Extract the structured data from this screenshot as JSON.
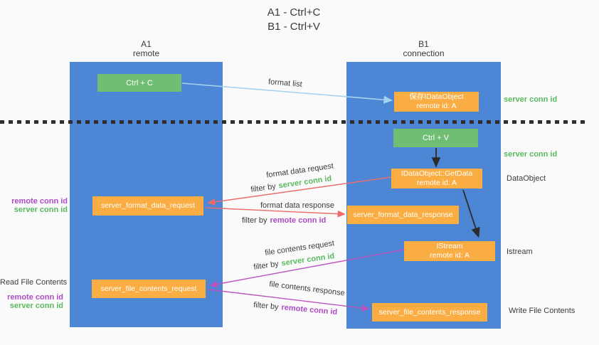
{
  "title": {
    "line1": "A1 - Ctrl+C",
    "line2": "B1 - Ctrl+V"
  },
  "columns": {
    "a": {
      "name": "A1",
      "subtitle": "remote"
    },
    "b": {
      "name": "B1",
      "subtitle": "connection"
    }
  },
  "boxes": {
    "ctrl_c": {
      "label": "Ctrl + C"
    },
    "save_idataobject": {
      "line1": "保存IDataObject",
      "line2": "remote id: A"
    },
    "ctrl_v": {
      "label": "Ctrl + V"
    },
    "getdata": {
      "line1": "IDataObject::GetData",
      "line2": "remote id: A"
    },
    "format_request": {
      "label": "server_format_data_request"
    },
    "format_response": {
      "label": "server_format_data_response"
    },
    "istream": {
      "line1": "IStream",
      "line2": "remote id: A"
    },
    "file_request": {
      "label": "server_file_contents_request"
    },
    "file_response": {
      "label": "server_file_contents_response"
    }
  },
  "arrow_labels": {
    "format_list": "format list",
    "format_data_request": "format data request",
    "format_data_request_filter": {
      "prefix": "filter by",
      "key": "server conn id"
    },
    "format_data_response": "format data response",
    "format_data_response_filter": {
      "prefix": "filter by",
      "key": "remote conn id"
    },
    "file_contents_request": "file contents request",
    "file_contents_request_filter": {
      "prefix": "filter by",
      "key": "server conn id"
    },
    "file_contents_response": "file contents response",
    "file_contents_response_filter": {
      "prefix": "filter by",
      "key": "remote conn id"
    }
  },
  "side_labels": {
    "left_mid": {
      "remote": "remote conn id",
      "server": "server conn id"
    },
    "left_bottom": {
      "title": "Read File Contents",
      "remote": "remote conn id",
      "server": "server conn id"
    },
    "right": {
      "server_conn_top": "server conn id",
      "server_conn_mid": "server conn id",
      "dataobject": "DataObject",
      "istream": "Istream",
      "write_file": "Write File Contents"
    }
  },
  "colors": {
    "background": "#fafafa",
    "column_blue": "#4e86d6",
    "box_green": "#6fbe73",
    "box_orange": "#f9ad42",
    "arrow_light_blue": "#a5d2ee",
    "arrow_red": "#ed6b6b",
    "arrow_magenta": "#bd53be",
    "arrow_black": "#2b2b2b",
    "text_green": "#58ba5e",
    "text_purple": "#ad4bc4",
    "text_dark": "#3b3b3b"
  }
}
